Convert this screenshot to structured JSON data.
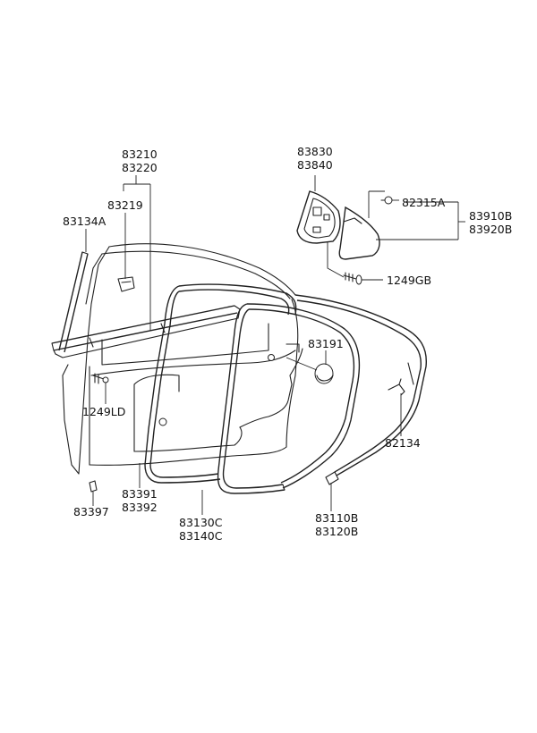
{
  "labels": {
    "p83210": "83210",
    "p83220": "83220",
    "p83219": "83219",
    "p83134A": "83134A",
    "p83830": "83830",
    "p83840": "83840",
    "p82315A": "82315A",
    "p83910B": "83910B",
    "p83920B": "83920B",
    "p1249GB": "1249GB",
    "p83191": "83191",
    "p1249LD": "1249LD",
    "p82134": "82134",
    "p83391": "83391",
    "p83392": "83392",
    "p83397": "83397",
    "p83130C": "83130C",
    "p83140C": "83140C",
    "p83110B": "83110B",
    "p83120B": "83120B"
  }
}
